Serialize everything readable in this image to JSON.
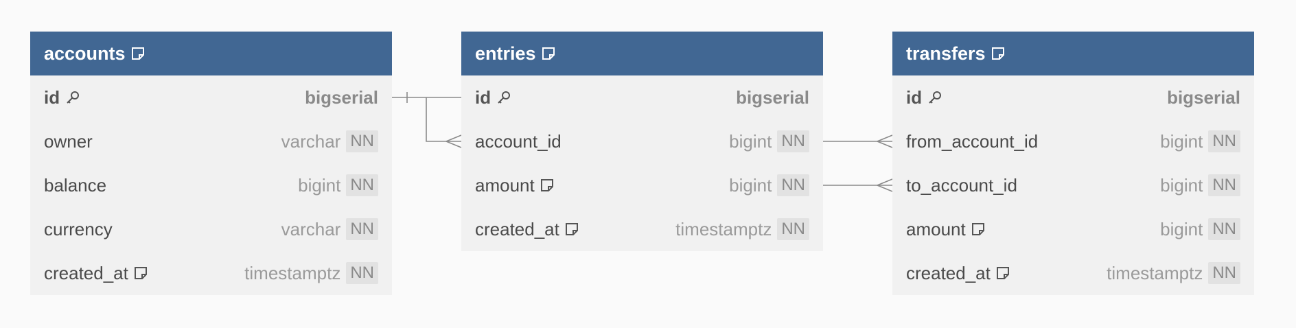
{
  "tables": [
    {
      "name": "accounts",
      "fields": [
        {
          "name": "id",
          "type": "bigserial",
          "pk": true,
          "nn": "",
          "note": false
        },
        {
          "name": "owner",
          "type": "varchar",
          "pk": false,
          "nn": "NN",
          "note": false
        },
        {
          "name": "balance",
          "type": "bigint",
          "pk": false,
          "nn": "NN",
          "note": false
        },
        {
          "name": "currency",
          "type": "varchar",
          "pk": false,
          "nn": "NN",
          "note": false
        },
        {
          "name": "created_at",
          "type": "timestamptz",
          "pk": false,
          "nn": "NN",
          "note": true
        }
      ]
    },
    {
      "name": "entries",
      "fields": [
        {
          "name": "id",
          "type": "bigserial",
          "pk": true,
          "nn": "",
          "note": false
        },
        {
          "name": "account_id",
          "type": "bigint",
          "pk": false,
          "nn": "NN",
          "note": false
        },
        {
          "name": "amount",
          "type": "bigint",
          "pk": false,
          "nn": "NN",
          "note": true
        },
        {
          "name": "created_at",
          "type": "timestamptz",
          "pk": false,
          "nn": "NN",
          "note": true
        }
      ]
    },
    {
      "name": "transfers",
      "fields": [
        {
          "name": "id",
          "type": "bigserial",
          "pk": true,
          "nn": "",
          "note": false
        },
        {
          "name": "from_account_id",
          "type": "bigint",
          "pk": false,
          "nn": "NN",
          "note": false
        },
        {
          "name": "to_account_id",
          "type": "bigint",
          "pk": false,
          "nn": "NN",
          "note": false
        },
        {
          "name": "amount",
          "type": "bigint",
          "pk": false,
          "nn": "NN",
          "note": true
        },
        {
          "name": "created_at",
          "type": "timestamptz",
          "pk": false,
          "nn": "NN",
          "note": true
        }
      ]
    }
  ],
  "relationships": [
    {
      "from": "accounts.id",
      "to": "entries.account_id",
      "type": "one-to-many"
    },
    {
      "from": "entries.account_id",
      "to": "transfers.from_account_id",
      "type": "one-to-many"
    },
    {
      "from": "entries.amount",
      "to": "transfers.to_account_id",
      "type": "one-to-many"
    }
  ],
  "colors": {
    "header": "#416793",
    "table_bg": "#f1f1f1",
    "background": "#fafafa",
    "connector": "#8a8a8a"
  },
  "icons": {
    "table_note": "note-icon",
    "primary_key": "key-icon",
    "field_note": "note-icon"
  }
}
